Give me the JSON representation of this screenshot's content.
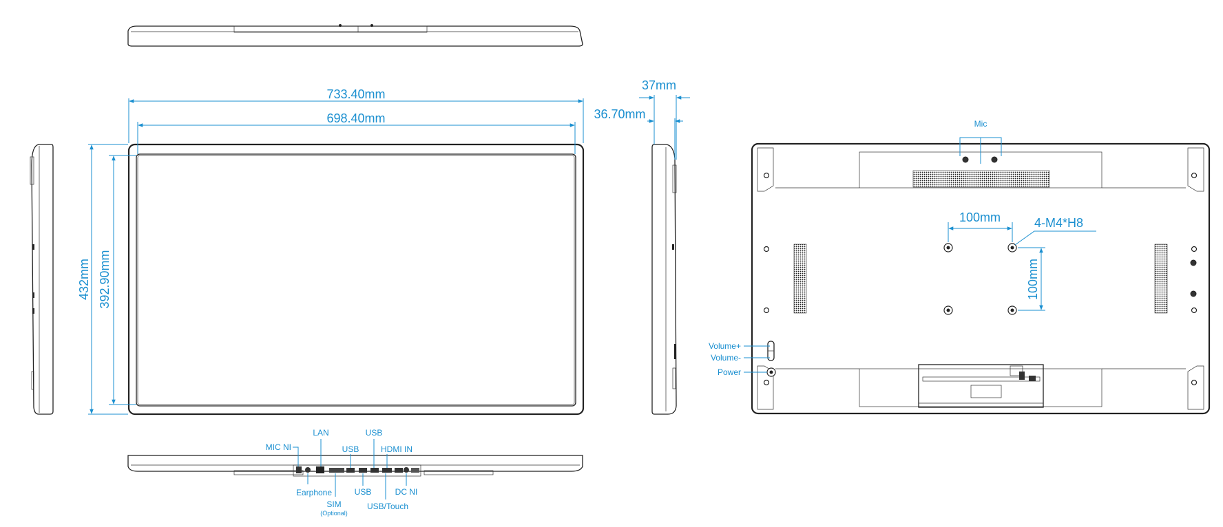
{
  "dimensions": {
    "overall_width": "733.40mm",
    "screen_width": "698.40mm",
    "overall_height": "432mm",
    "screen_height": "392.90mm",
    "overall_depth": "37mm",
    "frame_depth": "36.70mm",
    "vesa_horizontal": "100mm",
    "vesa_vertical": "100mm",
    "mount_screw": "4-M4*H8"
  },
  "bottom_ports": {
    "mic": "MIC NI",
    "lan": "LAN",
    "usb_top_1": "USB",
    "usb_top_2": "USB",
    "hdmi": "HDMI IN",
    "earphone": "Earphone",
    "sim": "SIM",
    "sim_note": "(Optional)",
    "usb_bottom": "USB",
    "usb_touch": "USB/Touch",
    "dc": "DC NI"
  },
  "back_labels": {
    "mic": "Mic",
    "volume_up": "Volume+",
    "volume_down": "Volume-",
    "power": "Power"
  },
  "colors": {
    "dimension": "#1a8fd0",
    "outline": "#222222"
  }
}
